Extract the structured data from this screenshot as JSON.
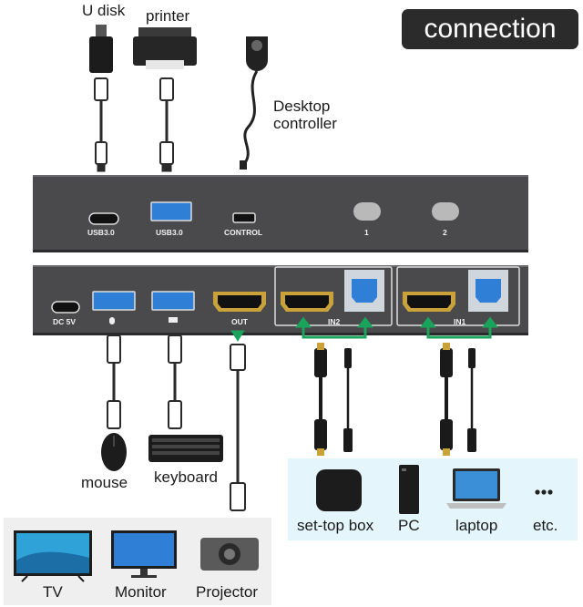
{
  "badge": {
    "title": "connection"
  },
  "top_devices": {
    "u_disk": "U disk",
    "printer": "printer",
    "desktop_controller_line1": "Desktop",
    "desktop_controller_line2": "controller"
  },
  "top_panel": {
    "ports": [
      "USB3.0",
      "USB3.0",
      "CONTROL"
    ],
    "buttons": [
      "1",
      "2"
    ]
  },
  "bottom_panel": {
    "ports": [
      "DC 5V",
      "OUT"
    ],
    "inputs": [
      "IN2",
      "IN1"
    ]
  },
  "peripherals": {
    "mouse": "mouse",
    "keyboard": "keyboard"
  },
  "displays": [
    "TV",
    "Monitor",
    "Projector"
  ],
  "sources": [
    "set-top box",
    "PC",
    "laptop",
    "etc."
  ],
  "colors": {
    "panel": "#4a4a4d",
    "usb_blue": "#2f7fd6",
    "hdmi_gold": "#c9a23a",
    "arrow_green": "#1aa35a",
    "badge": "#2b2b2b"
  }
}
